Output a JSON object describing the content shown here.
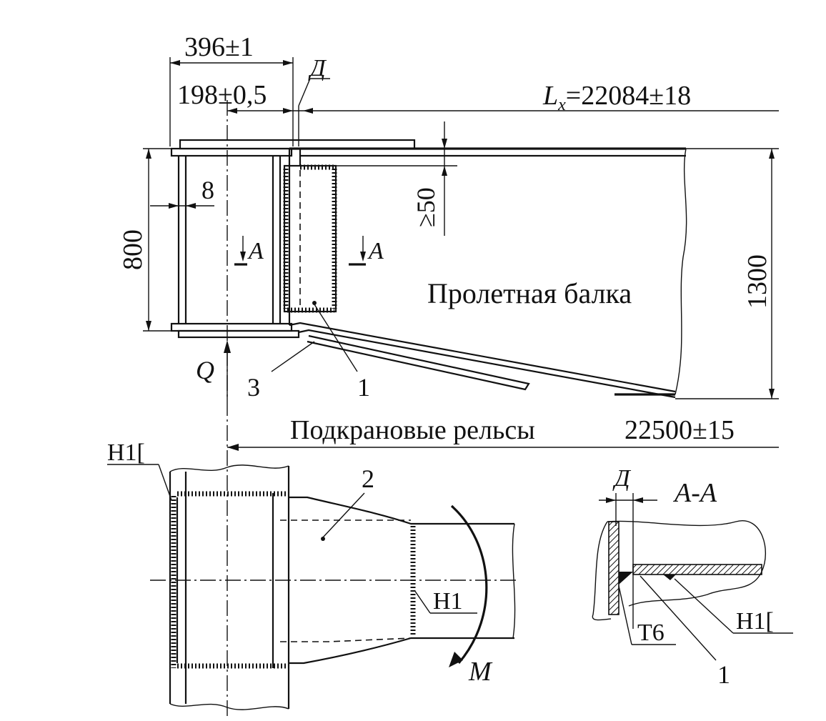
{
  "dimensions": {
    "width_396": "396±1",
    "width_198": "198±0,5",
    "span_lx": "L",
    "span_lx_sub": "x",
    "span_lx_value": "=22084±18",
    "height_800": "800",
    "height_1300": "1300",
    "gap_50": "≥50",
    "wall_8": "8",
    "rail_span": "22500±15"
  },
  "labels": {
    "d_marker": "Д",
    "d_marker_section": "Д",
    "section_a_left": "А",
    "section_a_right": "А",
    "section_title": "А-А",
    "span_beam": "Пролетная балка",
    "crane_rails": "Подкрановые рельсы",
    "force_q": "Q",
    "moment_m": "M"
  },
  "callouts": {
    "part_1_top": "1",
    "part_2": "2",
    "part_3": "3",
    "part_1_section": "1"
  },
  "weld_symbols": {
    "h1_bracket_left": "Н1[",
    "h1_middle": "Н1",
    "h1_bracket_section": "Н1[",
    "t6": "Т6"
  }
}
